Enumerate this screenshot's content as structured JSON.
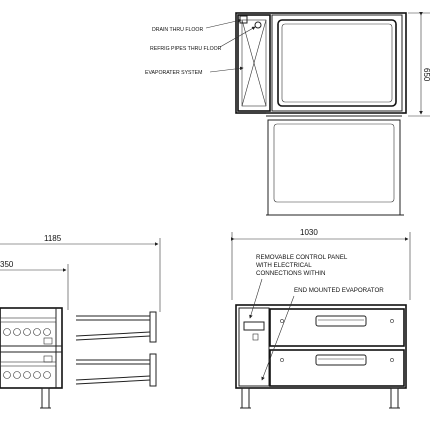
{
  "top_view": {
    "labels": {
      "drain": "DRAIN THRU FLOOR",
      "refrig": "REFRIG PIPES THRU FLOOR",
      "evap": "EVAPORATER SYSTEM"
    },
    "dim_depth": "650"
  },
  "side_view": {
    "dim_overall": "1185",
    "dim_partial": "350"
  },
  "front_view": {
    "dim_width": "1030",
    "labels": {
      "panel_l1": "REMOVABLE CONTROL PANEL",
      "panel_l2": "WITH ELECTRICAL",
      "panel_l3": "CONNECTIONS WITHIN",
      "evap": "END MOUNTED EVAPORATOR"
    }
  }
}
